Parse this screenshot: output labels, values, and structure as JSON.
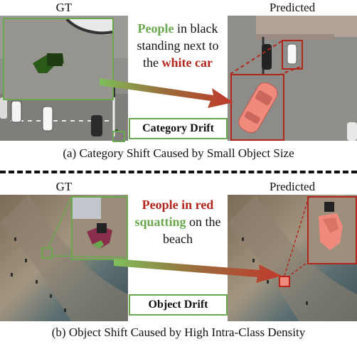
{
  "top": {
    "gt_label": "GT",
    "pred_label": "Predicted",
    "description": {
      "green": "People",
      "text1": " in black standing next to the ",
      "red": "white car"
    },
    "drift_label": "Category Drift",
    "caption": "(a) Category Shift Caused by Small Object Size"
  },
  "bottom": {
    "gt_label": "GT",
    "pred_label": "Predicted",
    "description": {
      "red": "People in red",
      "green": "squatting",
      "text1": " on the beach"
    },
    "drift_label": "Object Drift",
    "caption": "(b) Object Shift Caused by High Intra-Class Density"
  },
  "colors": {
    "gt_green": "#6aa84f",
    "pred_red": "#b3261e",
    "mask_salmon": "#f08a7c"
  }
}
